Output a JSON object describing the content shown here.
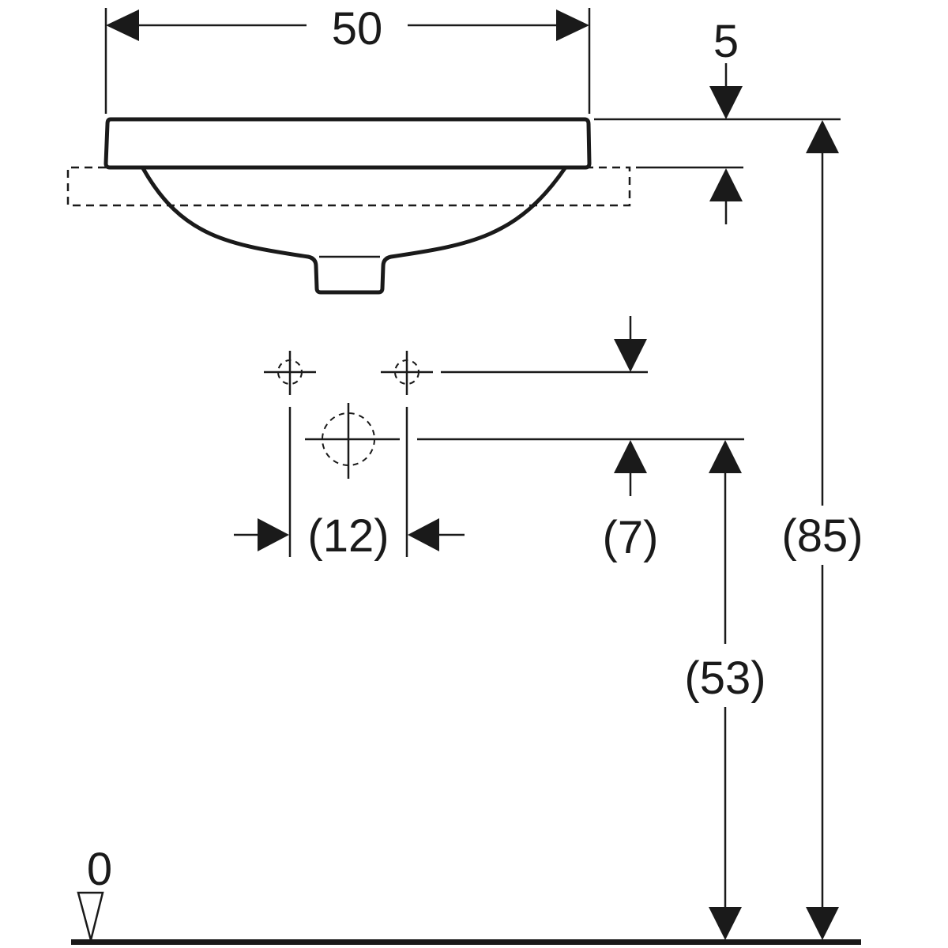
{
  "drawing": {
    "type": "technical dimension drawing",
    "subject": "countertop washbasin (side elevation) with pipe connection points",
    "units": "cm",
    "line_color": "#1a1a1a",
    "background": "#ffffff"
  },
  "dimensions": {
    "width": "50",
    "rim_height": "5",
    "connection_spacing": "(12)",
    "connection_offset": "(7)",
    "drain_height": "(53)",
    "total_height": "(85)",
    "floor_reference": "0"
  }
}
